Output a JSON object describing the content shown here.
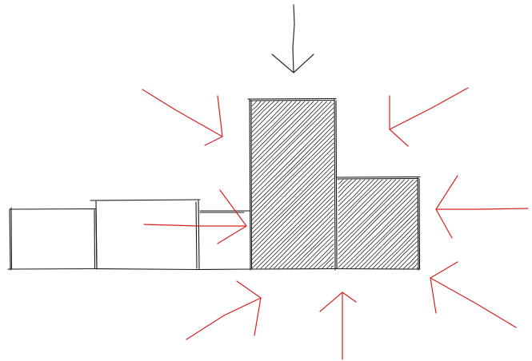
{
  "diagram": {
    "colors": {
      "outline": "#1a1a1a",
      "hatch": "#222222",
      "arrow": "#d62020",
      "top_arrow": "#2a2a2a",
      "background": "#ffffff"
    },
    "blocks": [
      {
        "id": "outline-block-1",
        "style": "outline"
      },
      {
        "id": "outline-block-2",
        "style": "outline"
      },
      {
        "id": "outline-block-3",
        "style": "outline"
      },
      {
        "id": "tall-hatched-block",
        "style": "hatched"
      },
      {
        "id": "short-hatched-block",
        "style": "hatched"
      }
    ],
    "arrows": [
      {
        "id": "arrow-top",
        "direction": "down"
      },
      {
        "id": "arrow-upper-left",
        "direction": "down-right"
      },
      {
        "id": "arrow-upper-right",
        "direction": "down-left"
      },
      {
        "id": "arrow-left",
        "direction": "right"
      },
      {
        "id": "arrow-right",
        "direction": "left"
      },
      {
        "id": "arrow-lower-left",
        "direction": "up-right"
      },
      {
        "id": "arrow-bottom",
        "direction": "up"
      },
      {
        "id": "arrow-lower-right",
        "direction": "up-left"
      }
    ]
  }
}
